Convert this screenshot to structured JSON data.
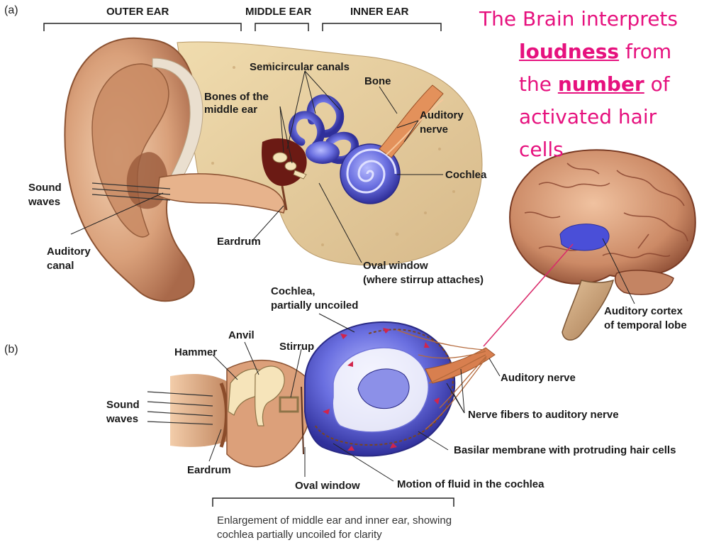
{
  "headline": {
    "line1": "The Brain interprets",
    "loudness": "loudness",
    "from": " from",
    "the": "the ",
    "number": "number",
    "of": " of",
    "line4": "activated hair",
    "line5": "cells"
  },
  "panel_a": {
    "marker": "(a)",
    "sections": {
      "outer": "OUTER EAR",
      "middle": "MIDDLE EAR",
      "inner": "INNER EAR"
    },
    "labels": {
      "semicircular": "Semicircular canals",
      "bone": "Bone",
      "bones_middle_1": "Bones of the",
      "bones_middle_2": "middle ear",
      "auditory_nerve_1": "Auditory",
      "auditory_nerve_2": "nerve",
      "cochlea": "Cochlea",
      "sound_waves_1": "Sound",
      "sound_waves_2": "waves",
      "auditory_canal_1": "Auditory",
      "auditory_canal_2": "canal",
      "eardrum": "Eardrum",
      "oval_window_1": "Oval window",
      "oval_window_2": "(where stirrup attaches)"
    }
  },
  "panel_b": {
    "marker": "(b)",
    "labels": {
      "cochlea_uncoiled_1": "Cochlea,",
      "cochlea_uncoiled_2": "partially uncoiled",
      "anvil": "Anvil",
      "hammer": "Hammer",
      "stirrup": "Stirrup",
      "sound_waves_1": "Sound",
      "sound_waves_2": "waves",
      "eardrum": "Eardrum",
      "oval_window": "Oval window",
      "motion_fluid": "Motion of fluid in the cochlea",
      "basilar": "Basilar membrane with protruding hair cells",
      "nerve_fibers": "Nerve fibers to auditory nerve",
      "auditory_nerve": "Auditory nerve"
    },
    "caption_1": "Enlargement of middle ear and inner ear, showing",
    "caption_2": "cochlea partially uncoiled for clarity"
  },
  "brain": {
    "label_1": "Auditory cortex",
    "label_2": "of temporal lobe"
  },
  "colors": {
    "headline_pink": "#e6117e",
    "cochlea_blue": "#5a5fd6",
    "tissue_tan": "#e3c79a",
    "skin": "#d8a27a",
    "brain": "#c98a6a"
  }
}
